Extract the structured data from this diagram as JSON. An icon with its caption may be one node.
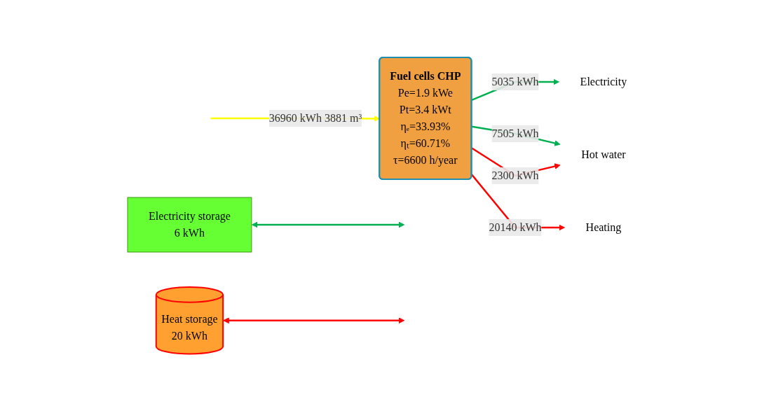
{
  "diagram": {
    "nodes": [
      {
        "text": [
          "Fuel cells CHP",
          "Pe=1.9 kWe",
          "Pt=3.4 kWt",
          "ηₑ=33.93%",
          "ηₜ=60.71%",
          "τ=6600 h/year"
        ]
      },
      {
        "text": [
          "Electricity storage",
          "6 kWh"
        ]
      },
      {
        "text": [
          "Heat storage",
          "20 kWh"
        ]
      },
      {
        "text": [
          "Electricity"
        ]
      },
      {
        "text": [
          "Hot water"
        ]
      },
      {
        "text": [
          "Heating"
        ]
      }
    ],
    "edges": [
      {
        "from": null,
        "to": 0,
        "arrow": "to",
        "label": "36960 kWh 3881 m³",
        "color": "#ffff00"
      },
      {
        "from": 0,
        "to": 3,
        "arrow": "to",
        "label": "5035 kWh",
        "color": "#00b050"
      },
      {
        "from": 0,
        "to": 4,
        "arrow": "to",
        "label": "7505 kWh",
        "color": "#00b050"
      },
      {
        "from": 0,
        "to": 4,
        "arrow": "to",
        "label": "2300 kWh",
        "color": "#ff0000"
      },
      {
        "from": 0,
        "to": 5,
        "arrow": "to",
        "label": "20140 kWh",
        "color": "#ff0000"
      },
      {
        "from": 1,
        "to": null,
        "arrow": "both",
        "color": "#00b050"
      },
      {
        "from": 2,
        "to": null,
        "arrow": "both",
        "color": "#ff0000"
      }
    ]
  }
}
